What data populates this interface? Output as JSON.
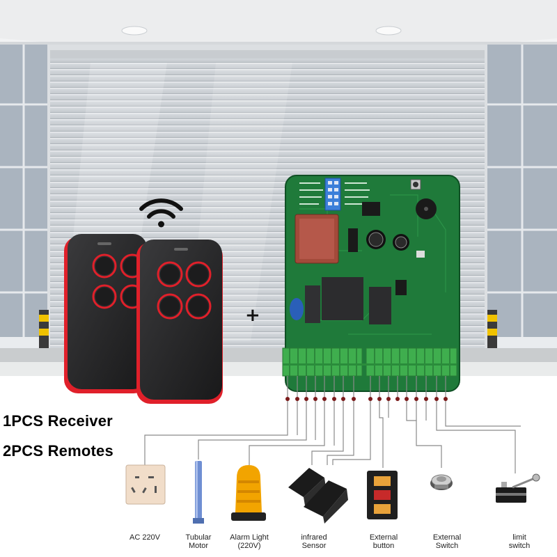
{
  "headline": {
    "line1": "1PCS Receiver",
    "line2": "2PCS Remotes",
    "plus": "+"
  },
  "devices": [
    {
      "icon": "power-socket",
      "label_line1": "AC 220V",
      "label_line2": ""
    },
    {
      "icon": "tubular-motor",
      "label_line1": "Tubular",
      "label_line2": "Motor"
    },
    {
      "icon": "alarm-light",
      "label_line1": "Alarm Light",
      "label_line2": "(220V)"
    },
    {
      "icon": "infrared-sensor",
      "label_line1": "infrared",
      "label_line2": "Sensor"
    },
    {
      "icon": "external-button",
      "label_line1": "External",
      "label_line2": "button"
    },
    {
      "icon": "external-switch",
      "label_line1": "External",
      "label_line2": "Switch"
    },
    {
      "icon": "limit-switch",
      "label_line1": "limit",
      "label_line2": "switch"
    }
  ],
  "colors": {
    "pcb": "#1f7a3a",
    "terminal": "#3fae4e",
    "remote_body": "#2b2b2d",
    "remote_accent": "#e0202a",
    "beacon": "#f2a400",
    "wire": "#8a8a8a"
  }
}
